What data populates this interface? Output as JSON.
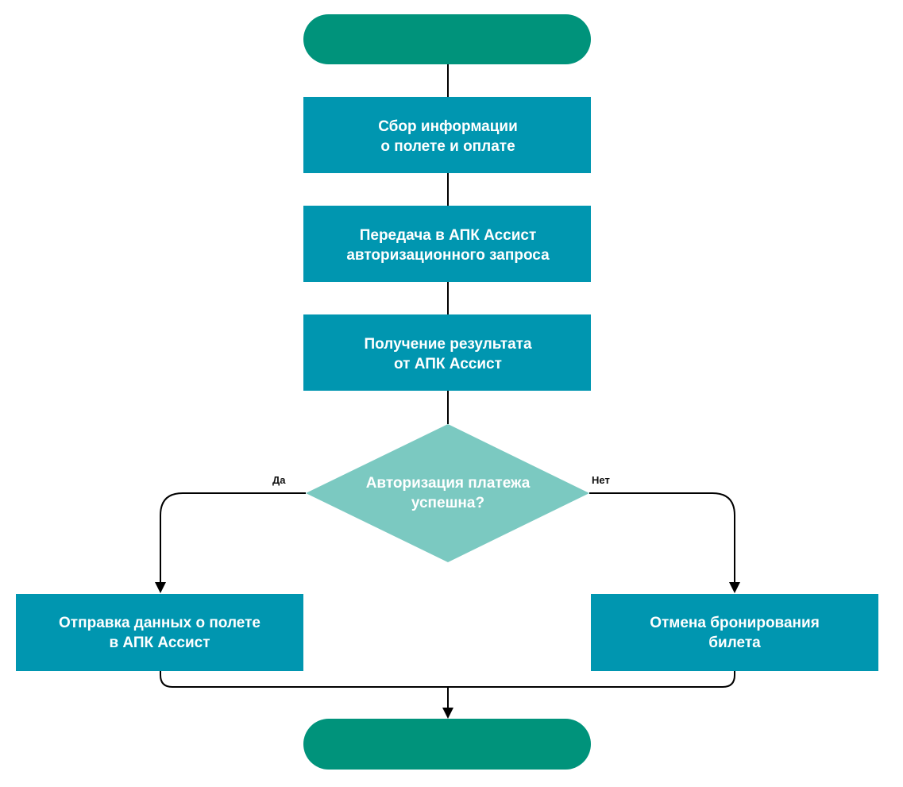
{
  "colors": {
    "terminal": "#00937B",
    "process": "#0096B0",
    "decision": "#7BC9C1",
    "line": "#000000",
    "text": "#FFFFFF",
    "label": "#111111"
  },
  "nodes": {
    "start": {
      "type": "terminal",
      "label": ""
    },
    "collect": {
      "type": "process",
      "lines": [
        "Сбор информации",
        "о полете и оплате"
      ]
    },
    "transfer": {
      "type": "process",
      "lines": [
        "Передача в АПК Ассист",
        "авторизационного запроса"
      ]
    },
    "receive": {
      "type": "process",
      "lines": [
        "Получение результата",
        "от АПК Ассист"
      ]
    },
    "decision": {
      "type": "decision",
      "lines": [
        "Авторизация платежа",
        "успешна?"
      ]
    },
    "send": {
      "type": "process",
      "lines": [
        "Отправка данных о полете",
        "в АПК Ассист"
      ]
    },
    "cancel": {
      "type": "process",
      "lines": [
        "Отмена бронирования",
        "билета"
      ]
    },
    "end": {
      "type": "terminal",
      "label": ""
    }
  },
  "edges": {
    "start_collect": {
      "from": "start",
      "to": "collect",
      "label": ""
    },
    "collect_transfer": {
      "from": "collect",
      "to": "transfer",
      "label": ""
    },
    "transfer_receive": {
      "from": "transfer",
      "to": "receive",
      "label": ""
    },
    "receive_decision": {
      "from": "receive",
      "to": "decision",
      "label": ""
    },
    "decision_yes": {
      "from": "decision",
      "to": "send",
      "label": "Да"
    },
    "decision_no": {
      "from": "decision",
      "to": "cancel",
      "label": "Нет"
    },
    "send_end": {
      "from": "send",
      "to": "end",
      "label": ""
    },
    "cancel_end": {
      "from": "cancel",
      "to": "end",
      "label": ""
    }
  }
}
